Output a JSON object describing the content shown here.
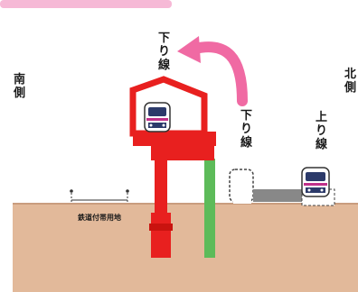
{
  "labels": {
    "south": "南\n側",
    "north": "北\n側",
    "down_line_top": "下\nり\n線",
    "down_line_side": "下\nり\n線",
    "up_line": "上\nり\n線",
    "land_boundary": "鉄道付帯用地"
  },
  "colors": {
    "ground": "#e2b99a",
    "ground_edge": "#c99d7e",
    "red_structure": "#e8201f",
    "green_pier": "#5dbb59",
    "arrow": "#f06aa3",
    "top_band": "#f6b9d6",
    "train_body": "#ffffff",
    "train_window": "#2c3a6a",
    "train_stripe": "#c0308a",
    "track": "#888888"
  }
}
